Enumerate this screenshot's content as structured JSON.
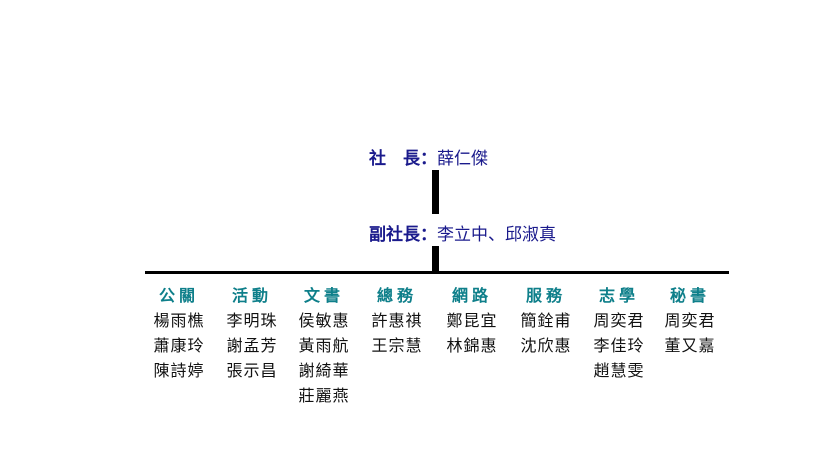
{
  "president": {
    "label": "社　長：",
    "name": "薛仁傑"
  },
  "vice_president": {
    "label": "副社長：",
    "name": "李立中、邱淑真"
  },
  "departments": [
    {
      "title": "公關",
      "members": [
        "楊雨樵",
        "蕭康玲",
        "陳詩婷"
      ]
    },
    {
      "title": "活動",
      "members": [
        "李明珠",
        "謝孟芳",
        "張示昌"
      ]
    },
    {
      "title": "文書",
      "members": [
        "侯敏惠",
        "黃雨航",
        "謝綺華",
        "莊麗燕"
      ]
    },
    {
      "title": "總務",
      "members": [
        "許惠祺",
        "王宗慧"
      ]
    },
    {
      "title": "網路",
      "members": [
        "鄭昆宜",
        "林錦惠"
      ]
    },
    {
      "title": "服務",
      "members": [
        "簡銓甫",
        "沈欣惠"
      ]
    },
    {
      "title": "志學",
      "members": [
        "周奕君",
        "李佳玲",
        "趙慧雯"
      ]
    },
    {
      "title": "秘書",
      "members": [
        "周奕君",
        "董又嘉"
      ]
    }
  ]
}
